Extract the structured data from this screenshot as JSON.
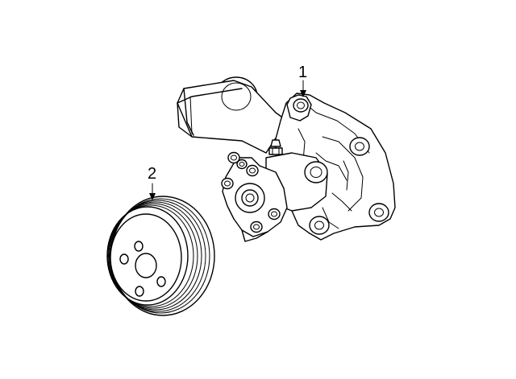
{
  "callouts": [
    {
      "number": "1",
      "part": "water-pump"
    },
    {
      "number": "2",
      "part": "pulley"
    }
  ],
  "colors": {
    "line": "#000000",
    "background": "#ffffff"
  }
}
